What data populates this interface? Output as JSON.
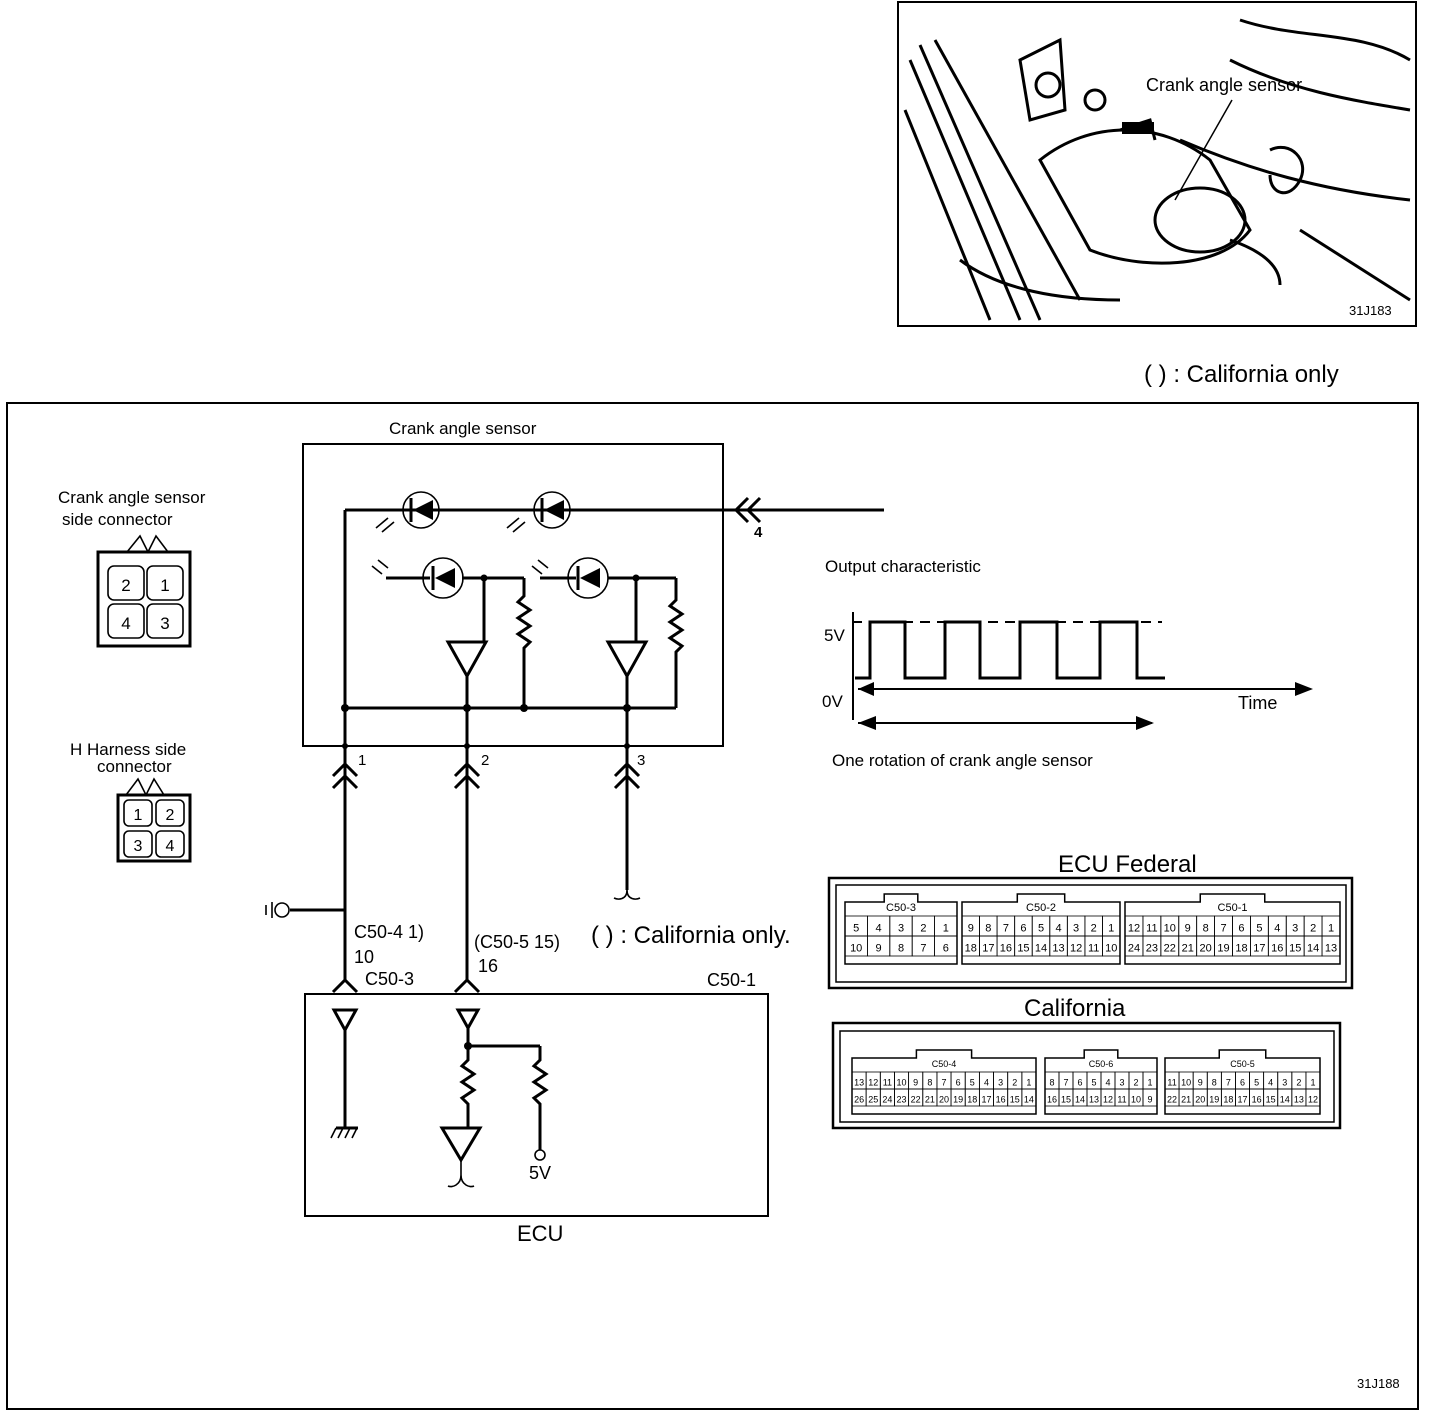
{
  "photo": {
    "callout": "Crank angle sensor",
    "figure_id": "31J183"
  },
  "legend_top": "(      ) : California only",
  "sensor": {
    "title": "Crank angle sensor",
    "terminal_4": "4",
    "terminal_1": "1",
    "terminal_2": "2",
    "terminal_3": "3"
  },
  "sensor_connector": {
    "title_line1": "Crank  angle  sensor",
    "title_line2": "side  connector",
    "pins": [
      "2",
      "1",
      "4",
      "3"
    ]
  },
  "harness_connector": {
    "title_line1": "H  Harness  side",
    "title_line2": "connector",
    "pins": [
      "1",
      "2",
      "3",
      "4"
    ]
  },
  "output_characteristic": {
    "title": "Output  characteristic",
    "v_high": "5V",
    "v_low": "0V",
    "time_label": "Time",
    "rotation_label": "One  rotation  of  crank  angle  sensor"
  },
  "ecu_wiring": {
    "label_c50_4": "C50-4 1)",
    "label_10": "10",
    "label_c50_3": "C50-3",
    "label_c50_5": "(C50-5 15)",
    "label_16": "16",
    "california_note": "(    ) : California only.",
    "label_c50_1": "C50-1",
    "ecu_title": "ECU",
    "five_v": "5V"
  },
  "federal": {
    "title": "ECU   Federal",
    "groups": [
      {
        "name": "C50-3",
        "row1": [
          "5",
          "4",
          "3",
          "2",
          "1"
        ],
        "row2": [
          "10",
          "9",
          "8",
          "7",
          "6"
        ]
      },
      {
        "name": "C50-2",
        "row1": [
          "9",
          "8",
          "7",
          "6",
          "5",
          "4",
          "3",
          "2",
          "1"
        ],
        "row2": [
          "18",
          "17",
          "16",
          "15",
          "14",
          "13",
          "12",
          "11",
          "10"
        ]
      },
      {
        "name": "C50-1",
        "row1": [
          "12",
          "11",
          "10",
          "9",
          "8",
          "7",
          "6",
          "5",
          "4",
          "3",
          "2",
          "1"
        ],
        "row2": [
          "24",
          "23",
          "22",
          "21",
          "20",
          "19",
          "18",
          "17",
          "16",
          "15",
          "14",
          "13"
        ]
      }
    ]
  },
  "california": {
    "title": "California",
    "groups": [
      {
        "name": "C50-4",
        "row1": [
          "13",
          "12",
          "11",
          "10",
          "9",
          "8",
          "7",
          "6",
          "5",
          "4",
          "3",
          "2",
          "1"
        ],
        "row2": [
          "26",
          "25",
          "24",
          "23",
          "22",
          "21",
          "20",
          "19",
          "18",
          "17",
          "16",
          "15",
          "14"
        ]
      },
      {
        "name": "C50-6",
        "row1": [
          "8",
          "7",
          "6",
          "5",
          "4",
          "3",
          "2",
          "1"
        ],
        "row2": [
          "16",
          "15",
          "14",
          "13",
          "12",
          "11",
          "10",
          "9"
        ]
      },
      {
        "name": "C50-5",
        "row1": [
          "11",
          "10",
          "9",
          "8",
          "7",
          "6",
          "5",
          "4",
          "3",
          "2",
          "1"
        ],
        "row2": [
          "22",
          "21",
          "20",
          "19",
          "18",
          "17",
          "16",
          "15",
          "14",
          "13",
          "12"
        ]
      }
    ]
  },
  "figure_id": "31J188"
}
